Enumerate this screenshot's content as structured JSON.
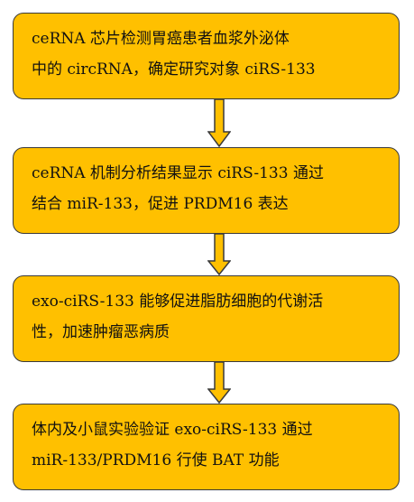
{
  "diagram": {
    "box_fill": "#FFC000",
    "box_border": "#3a3a3a",
    "arrow_fill": "#FFC000",
    "steps": [
      {
        "line1": "ceRNA 芯片检测胃癌患者血浆外泌体",
        "line2": "中的 circRNA，确定研究对象 ciRS-133"
      },
      {
        "line1": "ceRNA 机制分析结果显示 ciRS-133 通过",
        "line2": "结合 miR-133，促进 PRDM16 表达"
      },
      {
        "line1": "exo-ciRS-133 能够促进脂肪细胞的代谢活",
        "line2": "性，加速肿瘤恶病质"
      },
      {
        "line1": "体内及小鼠实验验证 exo-ciRS-133 通过",
        "line2": "miR-133/PRDM16 行使 BAT 功能"
      }
    ],
    "arrows": [
      {
        "from": 1,
        "to": 2
      },
      {
        "from": 2,
        "to": 3
      },
      {
        "from": 3,
        "to": 4
      }
    ]
  }
}
